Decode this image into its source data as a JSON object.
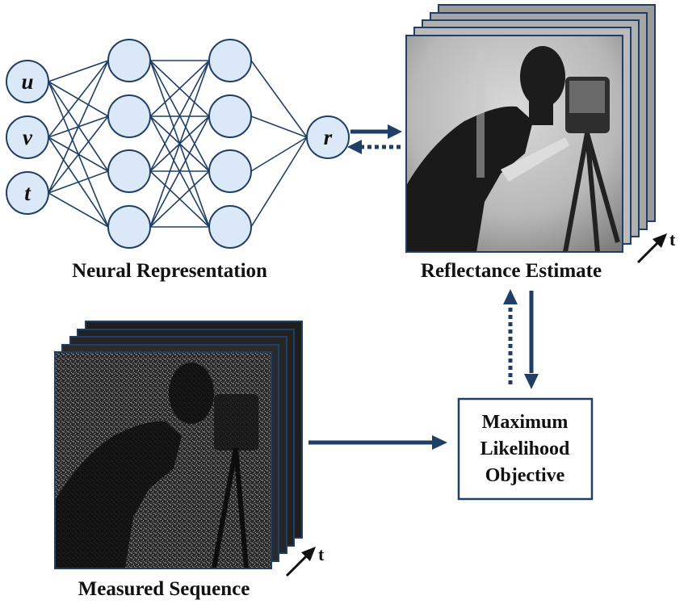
{
  "network": {
    "inputs": [
      "u",
      "v",
      "t"
    ],
    "output": "r",
    "caption": "Neural Representation"
  },
  "reflectance": {
    "caption": "Reflectance Estimate",
    "time_label": "t"
  },
  "measured": {
    "caption": "Measured Sequence",
    "time_label": "t"
  },
  "objective": {
    "lines": [
      "Maximum",
      "Likelihood",
      "Objective"
    ]
  },
  "colors": {
    "node_fill": "#dae8f8",
    "stroke": "#1f3f66"
  }
}
